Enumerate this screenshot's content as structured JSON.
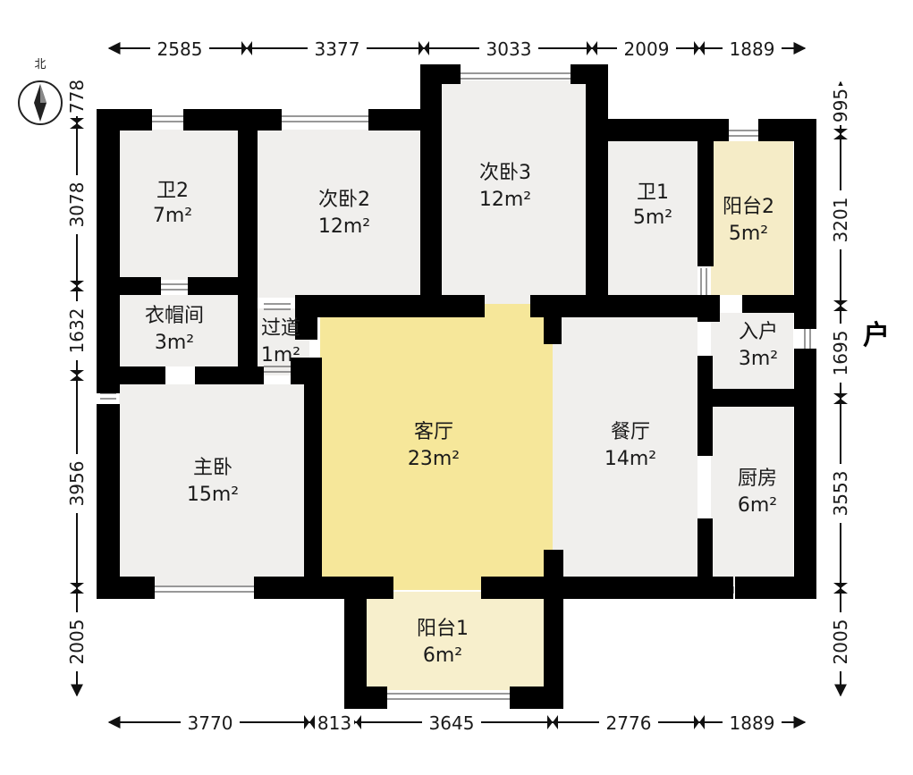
{
  "compass": {
    "label": "北"
  },
  "entrance_label": "户",
  "rooms": {
    "wc2": {
      "name": "卫2",
      "area": "7m²"
    },
    "bed2": {
      "name": "次卧2",
      "area": "12m²"
    },
    "bed3": {
      "name": "次卧3",
      "area": "12m²"
    },
    "wc1": {
      "name": "卫1",
      "area": "5m²"
    },
    "balcony2": {
      "name": "阳台2",
      "area": "5m²"
    },
    "cloak": {
      "name": "衣帽间",
      "area": "3m²"
    },
    "corridor": {
      "name": "过道",
      "area": "1m²"
    },
    "entry": {
      "name": "入户",
      "area": "3m²"
    },
    "living": {
      "name": "客厅",
      "area": "23m²"
    },
    "dining": {
      "name": "餐厅",
      "area": "14m²"
    },
    "kitchen": {
      "name": "厨房",
      "area": "6m²"
    },
    "master": {
      "name": "主卧",
      "area": "15m²"
    },
    "balcony1": {
      "name": "阳台1",
      "area": "6m²"
    }
  },
  "dimensions": {
    "top": [
      "2585",
      "3377",
      "3033",
      "2009",
      "1889"
    ],
    "bottom": [
      "3770",
      "813",
      "3645",
      "2776",
      "1889"
    ],
    "left": [
      "778",
      "3078",
      "1632",
      "3956",
      "2005"
    ],
    "right": [
      "995",
      "3201",
      "1695",
      "3553",
      "2005"
    ]
  }
}
